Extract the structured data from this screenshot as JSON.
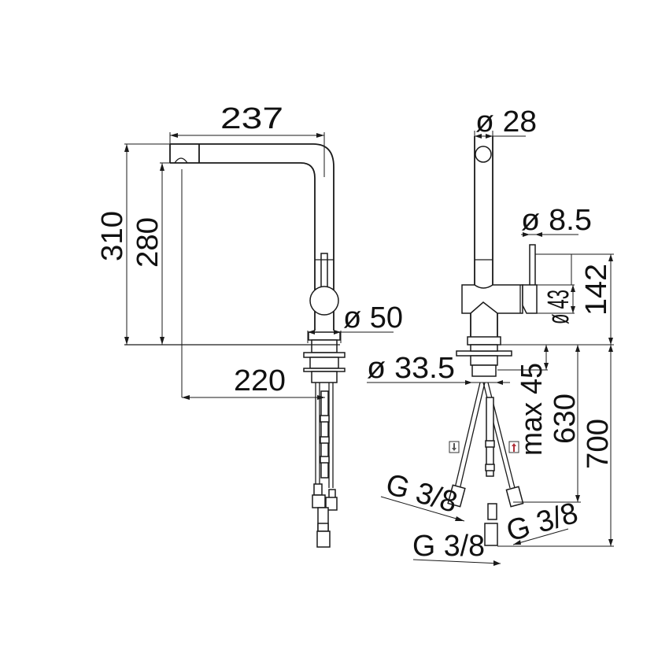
{
  "drawing": {
    "title": "Kitchen faucet technical dimension drawing",
    "side_view": {
      "dimensions": {
        "spout_reach": "237",
        "overall_height": "310",
        "spout_height": "280",
        "body_diameter": "ø 50",
        "reach_to_center": "220"
      }
    },
    "front_view": {
      "dimensions": {
        "spout_diameter": "ø 28",
        "lever_diameter": "ø 8.5",
        "lever_offset": "142",
        "hole_diameter": "ø 43",
        "mount_diameter": "ø 33.5",
        "max_deck_thickness": "max 45",
        "hose_length_short": "630",
        "hose_length_long": "700",
        "connection_left": "G 3/8",
        "connection_center": "G 3/8",
        "connection_right": "G 3/8"
      },
      "icons": {
        "cold_water": "cold-water-arrow-icon",
        "hot_water": "hot-water-arrow-icon"
      }
    },
    "colors": {
      "line": "#1a1a1a",
      "background": "#ffffff",
      "hot_marker": "#b0303a",
      "cold_marker": "#555555"
    }
  }
}
